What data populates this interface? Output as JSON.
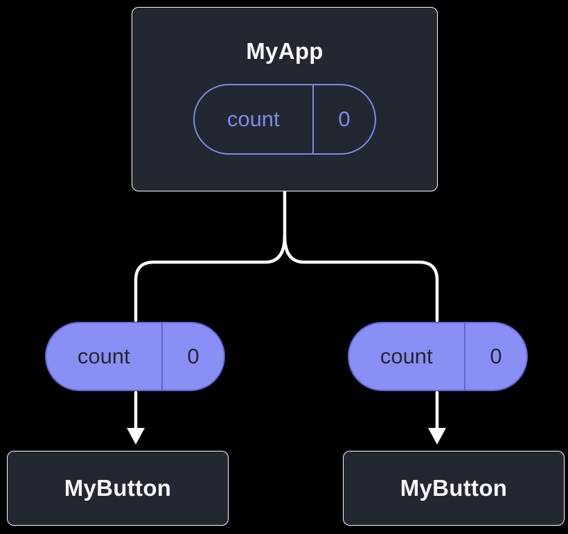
{
  "diagram": {
    "root": {
      "title": "MyApp",
      "state": {
        "name": "count",
        "value": "0"
      }
    },
    "children": [
      {
        "title": "MyButton",
        "prop": {
          "name": "count",
          "value": "0"
        }
      },
      {
        "title": "MyButton",
        "prop": {
          "name": "count",
          "value": "0"
        }
      }
    ],
    "colors": {
      "background": "#000000",
      "node_fill": "#23272f",
      "node_border": "#ffffff",
      "node_text": "#f6f7f9",
      "state_pill_line": "#8188f0",
      "prop_pill_fill": "#898ff4",
      "prop_pill_border": "#5f66d4",
      "prop_pill_text": "#23272f",
      "connector": "#ffffff"
    }
  }
}
